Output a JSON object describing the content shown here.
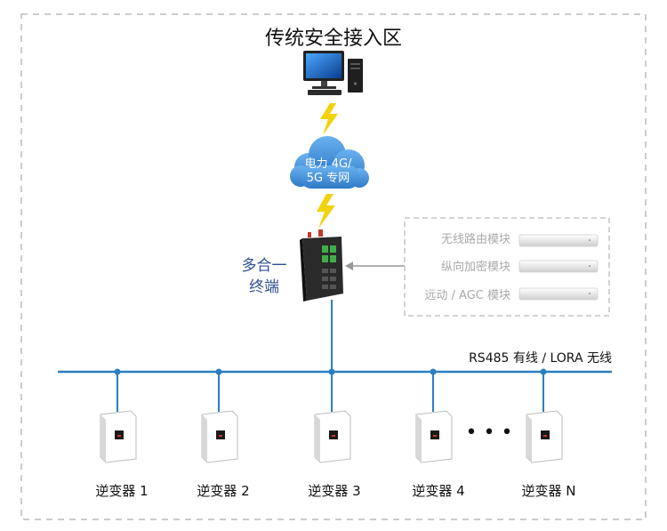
{
  "title": "传统安全接入区",
  "network": {
    "line1": "电力 4G/",
    "line2": "5G 专网"
  },
  "terminal": {
    "line1": "多合一",
    "line2": "终端"
  },
  "modules": [
    "无线路由模块",
    "纵向加密模块",
    "远动 / AGC 模块"
  ],
  "bus_label": "RS485 有线 / LORA 无线",
  "ellipsis": "• • •",
  "inverters": [
    "逆变器 1",
    "逆变器 2",
    "逆变器 3",
    "逆变器 4",
    "逆变器 N"
  ],
  "colors": {
    "bus": "#2a7fc1",
    "lightning": "#f2d20a",
    "cloud": "#3f8fd9",
    "dashed_border": "#bbbbbb",
    "terminal_label": "#2f4f8f",
    "module_text": "#a9a9a9"
  }
}
